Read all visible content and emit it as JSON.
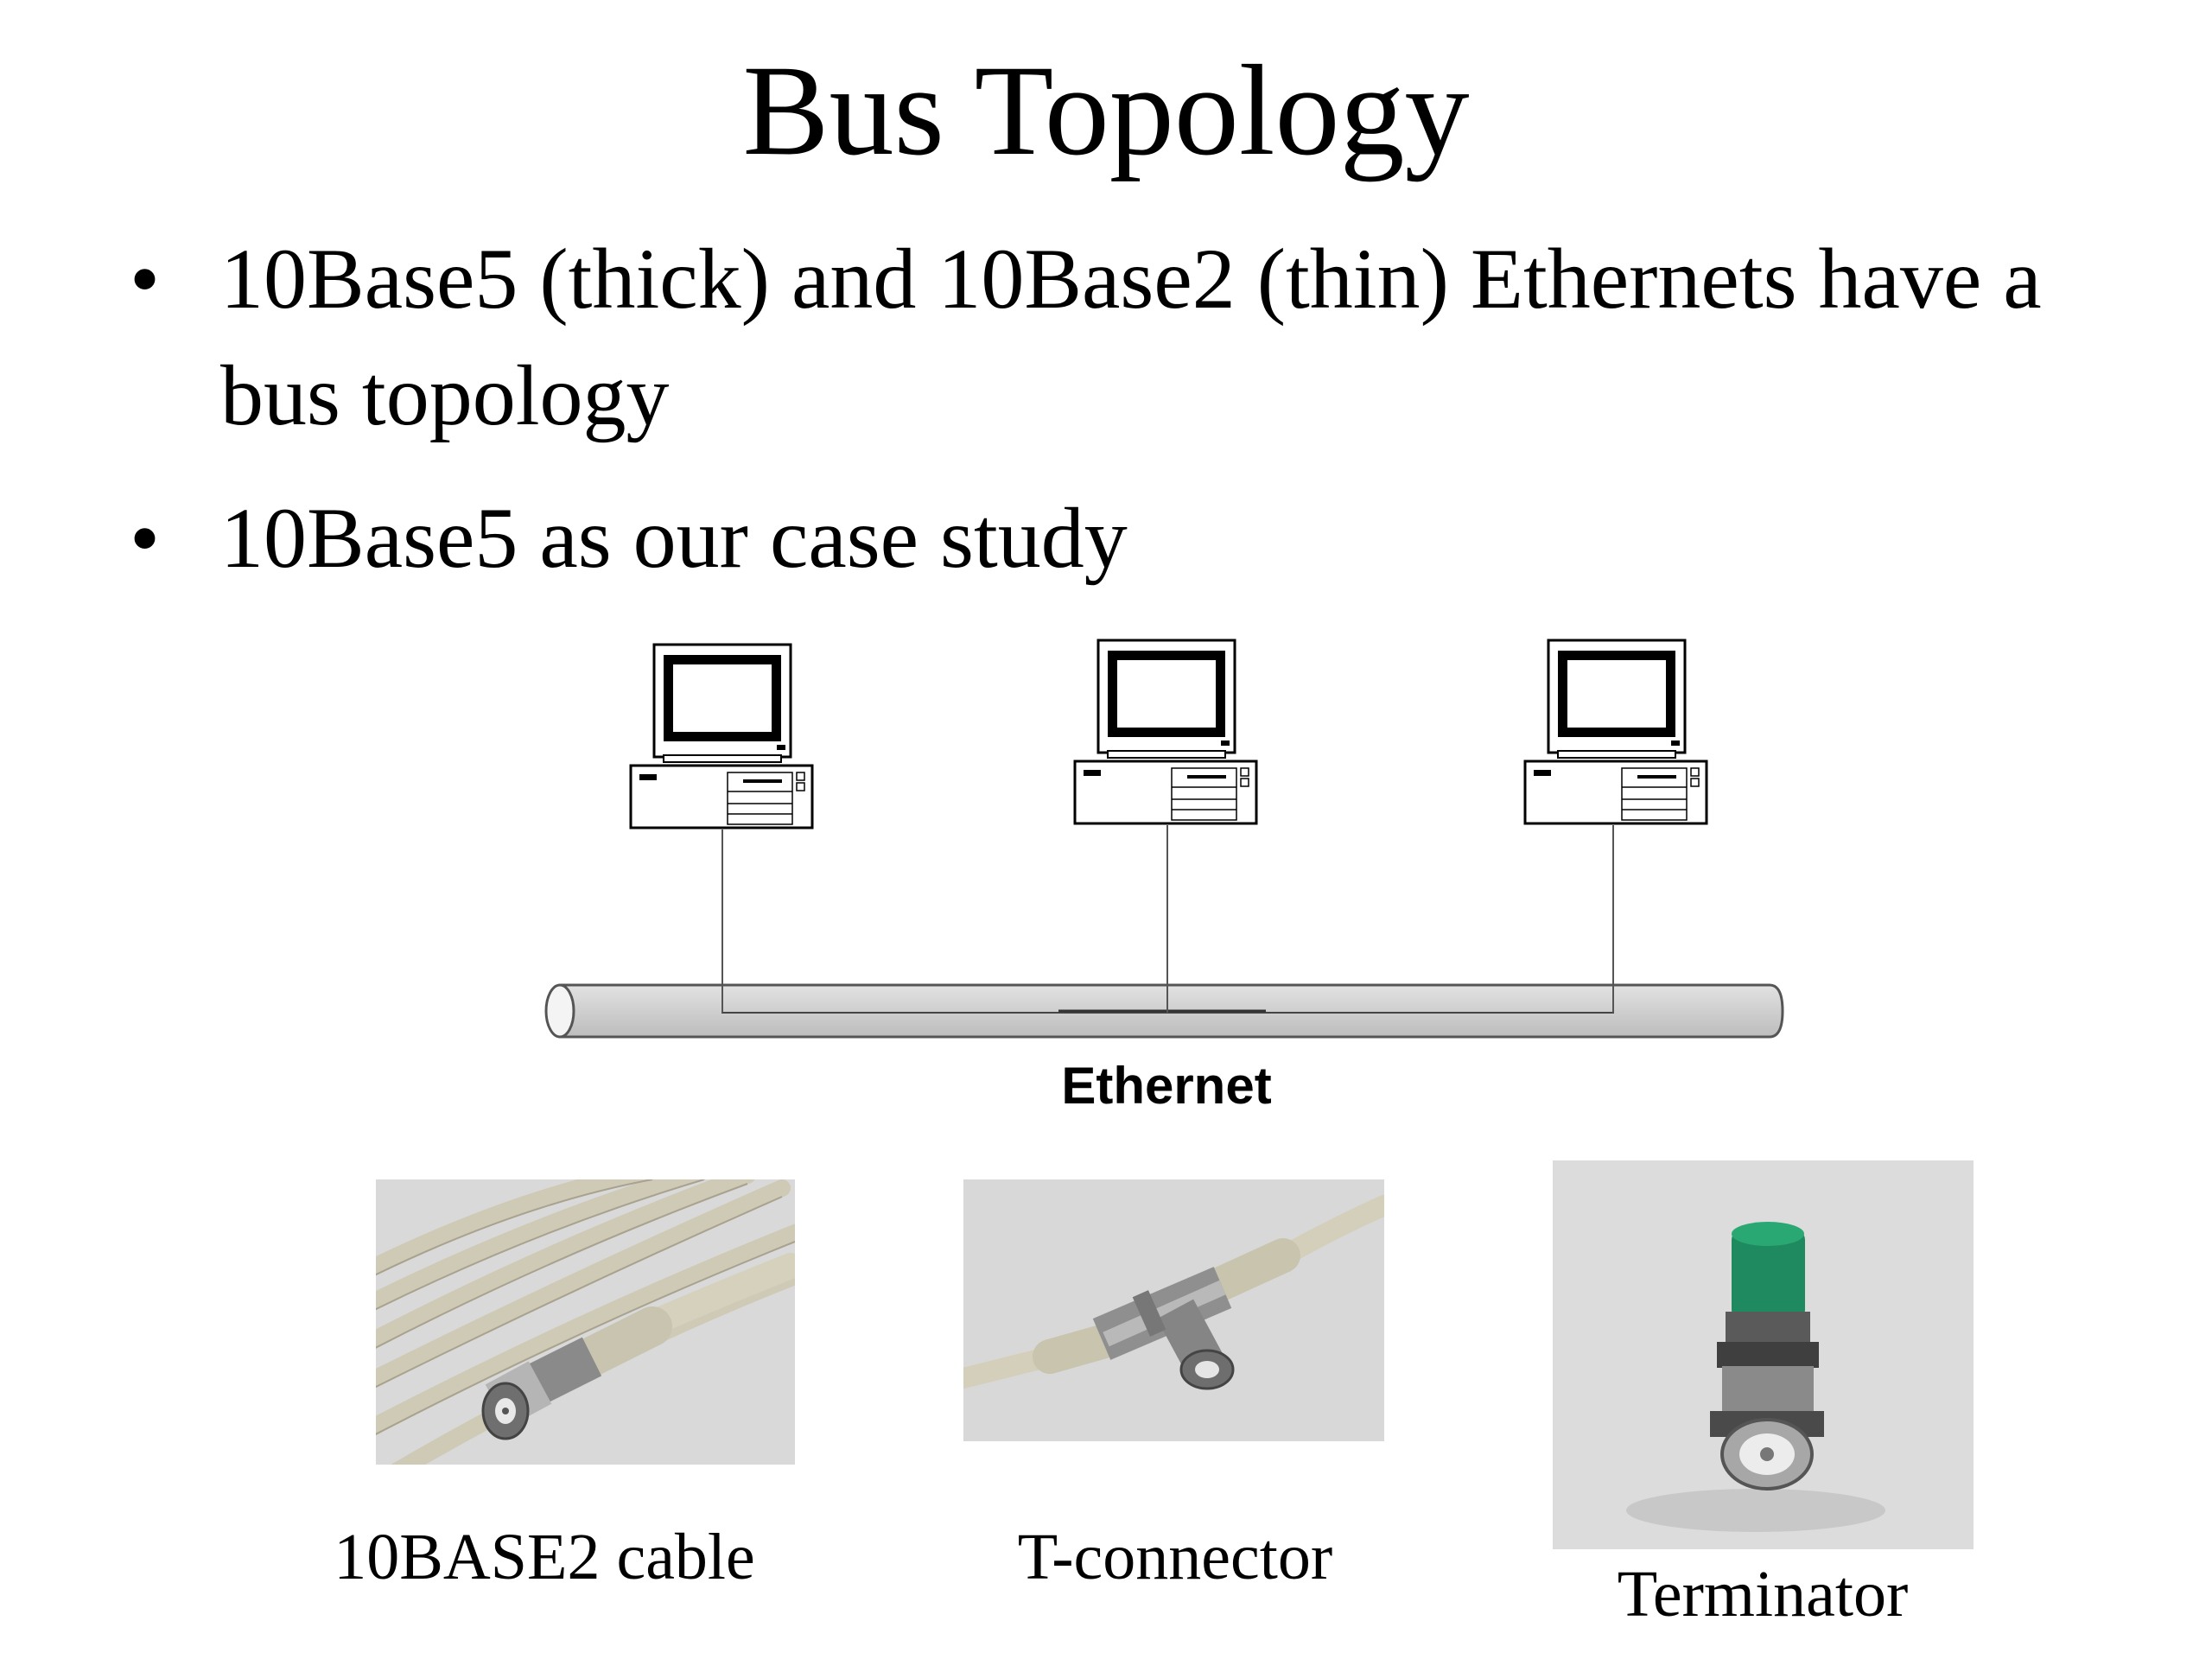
{
  "slide": {
    "title": "Bus Topology",
    "bullets": [
      "10Base5 (thick) and 10Base2 (thin) Ethernets have a bus topology",
      "10Base5 as our case study"
    ]
  },
  "diagram": {
    "bus_label": "Ethernet",
    "computers": [
      "computer-1",
      "computer-2",
      "computer-3"
    ]
  },
  "photos": [
    {
      "caption": "10BASE2 cable",
      "icon": "coaxial-cable-photo"
    },
    {
      "caption": "T-connector",
      "icon": "t-connector-photo"
    },
    {
      "caption": "Terminator",
      "icon": "terminator-photo"
    }
  ]
}
